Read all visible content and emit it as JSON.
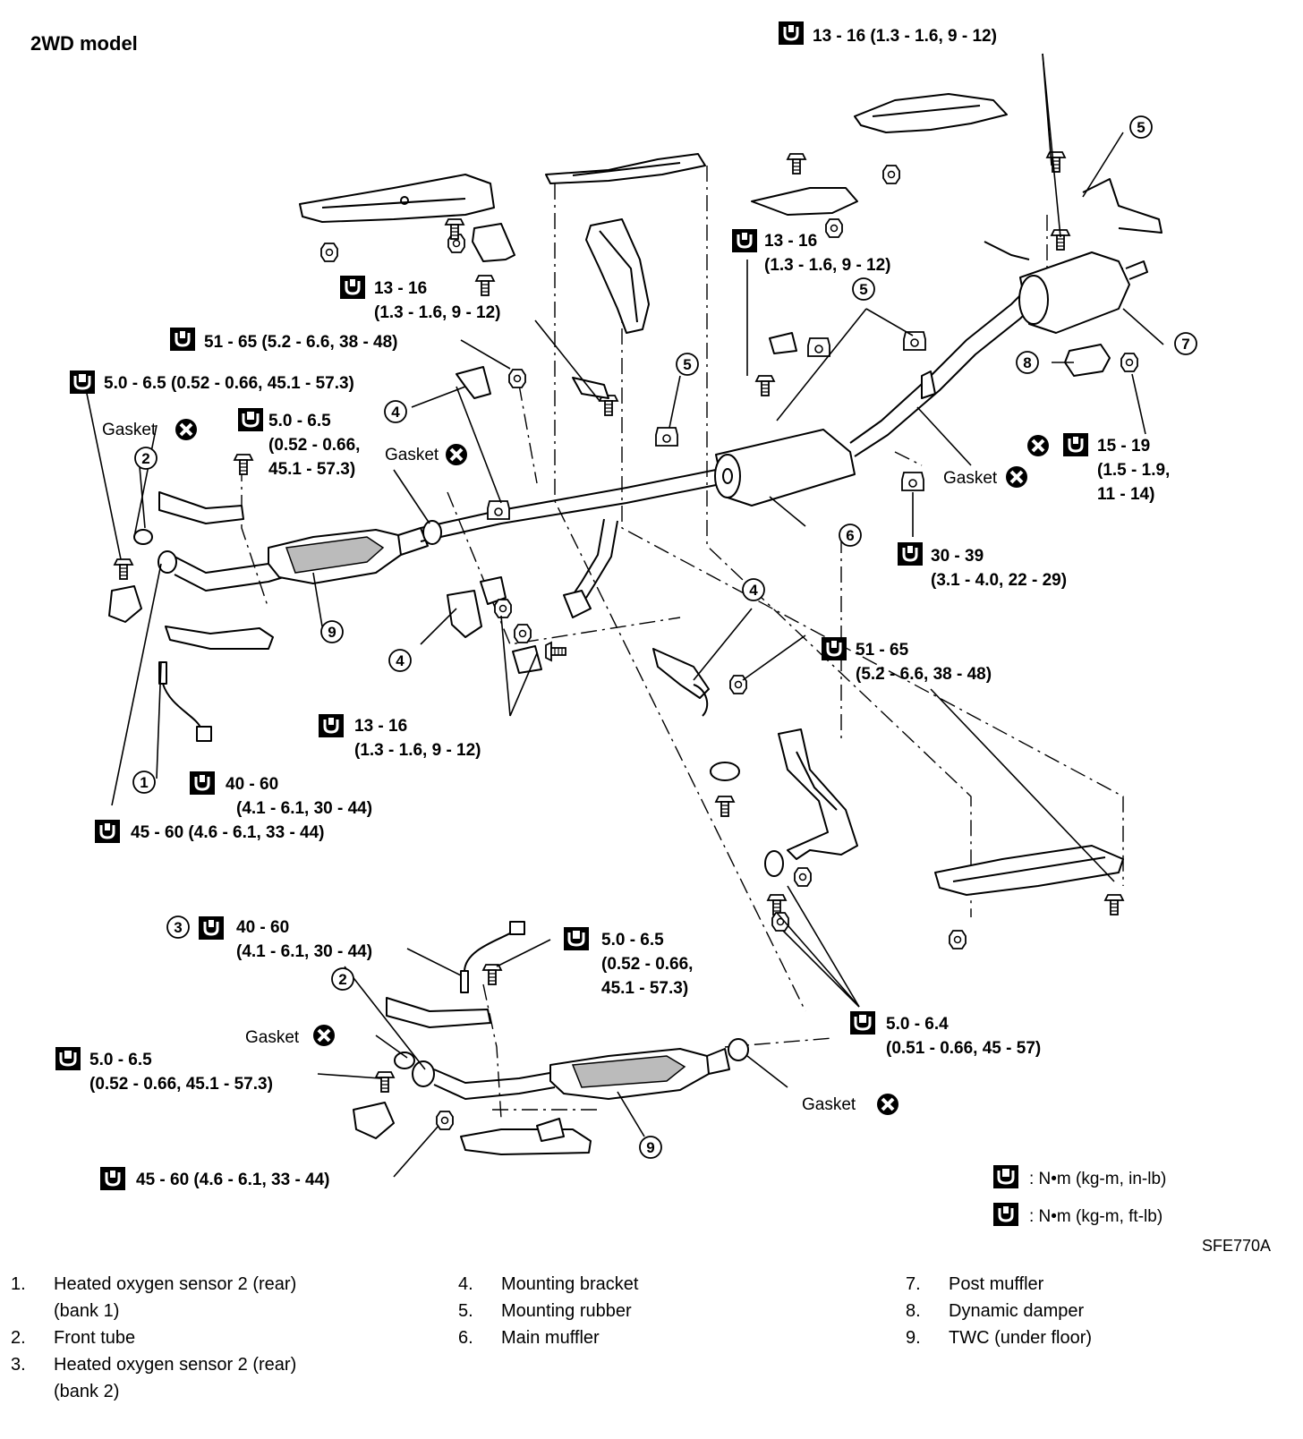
{
  "title": "2WD model",
  "figure_code": "SFE770A",
  "torque": {
    "t1": "13 - 16 (1.3 - 1.6, 9 - 12)",
    "t2a": "13 - 16",
    "t2b": "(1.3 - 1.6, 9 - 12)",
    "t3a": "13 - 16",
    "t3b": "(1.3 - 1.6, 9 - 12)",
    "t4": "51 - 65 (5.2 - 6.6, 38 - 48)",
    "t5": "5.0 - 6.5 (0.52 - 0.66, 45.1 - 57.3)",
    "t6a": "5.0 - 6.5",
    "t6b": "(0.52 - 0.66,",
    "t6c": "45.1 - 57.3)",
    "t7a": "15 - 19",
    "t7b": "(1.5 - 1.9,",
    "t7c": "11 - 14)",
    "t8a": "30 - 39",
    "t8b": "(3.1 - 4.0, 22 - 29)",
    "t9a": "51 - 65",
    "t9b": "(5.2 - 6.6, 38 - 48)",
    "t10a": "13 - 16",
    "t10b": "(1.3 - 1.6, 9 - 12)",
    "t11a": "40 - 60",
    "t11b": "(4.1 - 6.1, 30 - 44)",
    "t12": "45 - 60 (4.6 - 6.1, 33 - 44)",
    "t13a": "40 - 60",
    "t13b": "(4.1 - 6.1, 30 - 44)",
    "t14a": "5.0 - 6.5",
    "t14b": "(0.52 - 0.66,",
    "t14c": "45.1 - 57.3)",
    "t15a": "5.0 - 6.5",
    "t15b": "(0.52 - 0.66, 45.1 - 57.3)",
    "t16a": "5.0 - 6.4",
    "t16b": "(0.51 - 0.66, 45 - 57)",
    "t17": "45 - 60 (4.6 - 6.1, 33 - 44)"
  },
  "gasket_label": "Gasket",
  "legend": {
    "inlb": ": N•m (kg-m, in-lb)",
    "ftlb": ": N•m (kg-m, ft-lb)"
  },
  "callouts": [
    "1",
    "2",
    "3",
    "4",
    "5",
    "6",
    "7",
    "8",
    "9"
  ],
  "parts": [
    {
      "num": "1.",
      "name": "Heated oxygen sensor 2 (rear)",
      "name2": "(bank 1)"
    },
    {
      "num": "2.",
      "name": "Front tube",
      "name2": ""
    },
    {
      "num": "3.",
      "name": "Heated oxygen sensor 2 (rear)",
      "name2": "(bank 2)"
    },
    {
      "num": "4.",
      "name": "Mounting bracket",
      "name2": ""
    },
    {
      "num": "5.",
      "name": "Mounting rubber",
      "name2": ""
    },
    {
      "num": "6.",
      "name": "Main muffler",
      "name2": ""
    },
    {
      "num": "7.",
      "name": "Post muffler",
      "name2": ""
    },
    {
      "num": "8.",
      "name": "Dynamic damper",
      "name2": ""
    },
    {
      "num": "9.",
      "name": "TWC (under floor)",
      "name2": ""
    }
  ]
}
